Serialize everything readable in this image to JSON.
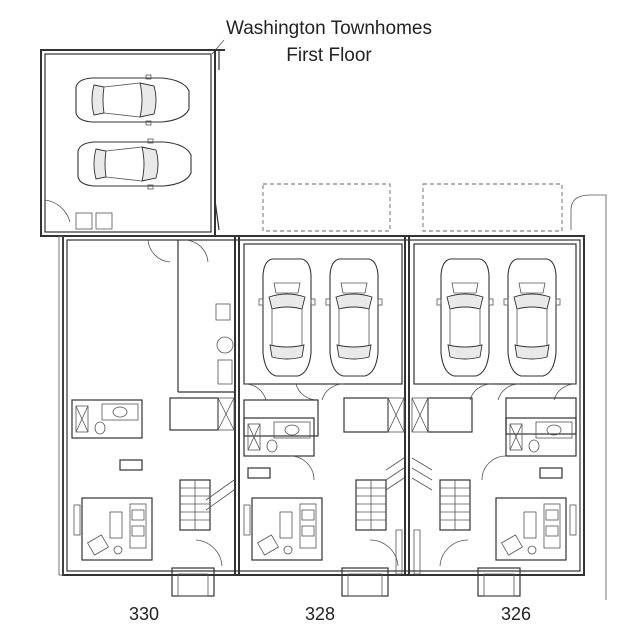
{
  "title": {
    "line1": "Washington Townhomes",
    "line2": "First Floor"
  },
  "units": [
    "330",
    "328",
    "326"
  ]
}
